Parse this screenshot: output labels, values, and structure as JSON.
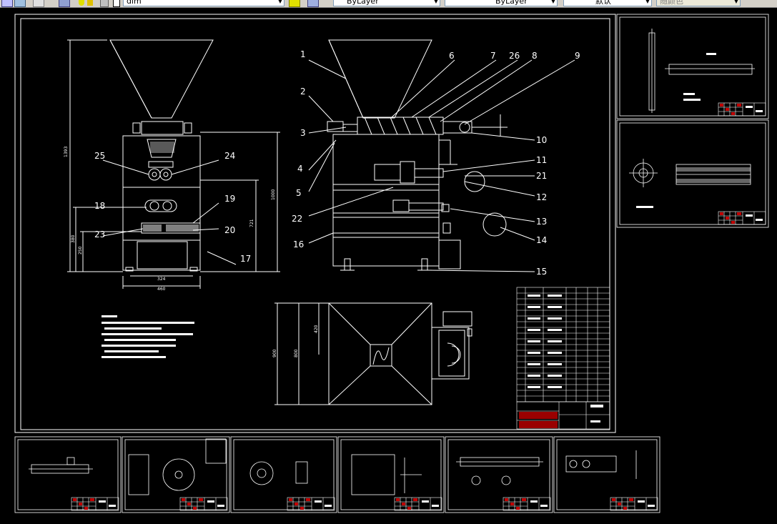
{
  "toolbar": {
    "layer_name": "dim",
    "color_combo": "ByLayer",
    "linetype_combo": "ByLayer",
    "lineweight_combo": "默认",
    "plotstyle_combo": "随颜色"
  },
  "main_drawing": {
    "part_callouts": [
      "1",
      "2",
      "3",
      "4",
      "5",
      "6",
      "7",
      "26",
      "8",
      "9",
      "10",
      "11",
      "21",
      "12",
      "13",
      "14",
      "15",
      "16",
      "22"
    ],
    "side_view_callouts": [
      "25",
      "24",
      "18",
      "19",
      "23",
      "20",
      "17"
    ]
  }
}
